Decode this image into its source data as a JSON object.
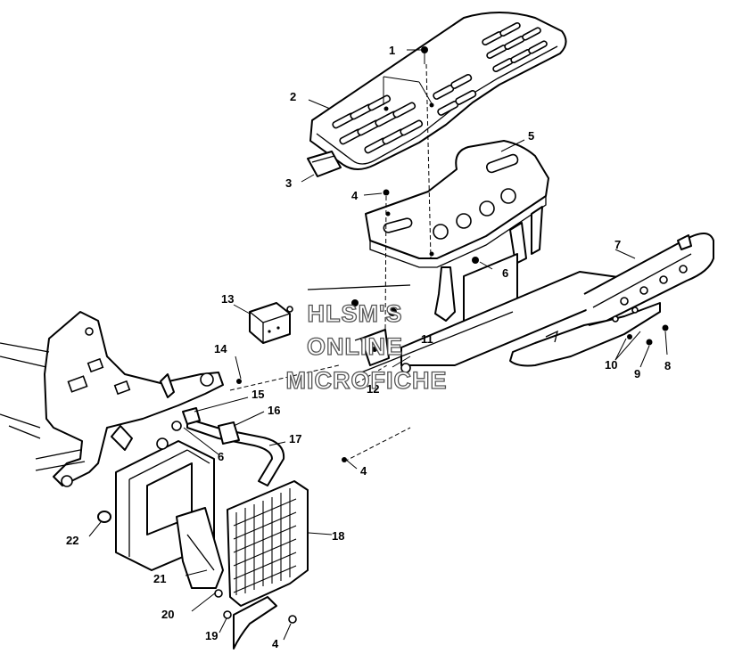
{
  "callouts": [
    "1",
    "2",
    "3",
    "4",
    "5",
    "6",
    "7",
    "8",
    "9",
    "10",
    "11",
    "12",
    "13",
    "14",
    "15",
    "16",
    "17",
    "6",
    "18",
    "4",
    "19",
    "20",
    "21",
    "22",
    "4"
  ],
  "watermark": {
    "line1": "HLSM'S",
    "line2": "ONLINE",
    "line3": "MICROFICHE"
  },
  "colors": {
    "ink": "#000000",
    "paper": "#ffffff",
    "watermark_outline": "#555555"
  }
}
